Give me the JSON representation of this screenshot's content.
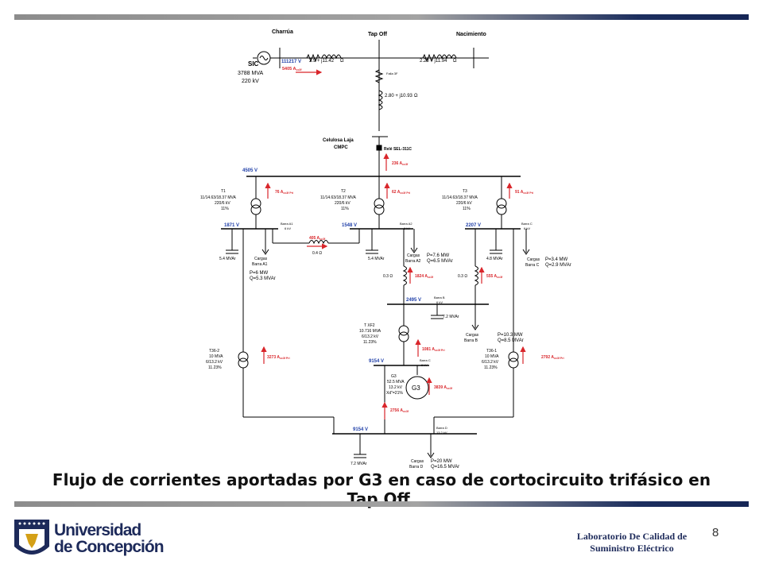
{
  "diagram": {
    "header": {
      "charrua": "Charrúa",
      "tapoff": "Tap Off",
      "nacimiento": "Nacimiento"
    },
    "sic": {
      "name": "SIC",
      "mva": "3788 MVA",
      "kv": "220 kV",
      "voltage": "111217 V",
      "current": "5405 A",
      "current_sub": "cc3f"
    },
    "imp1": "2.9 + j11.42",
    "imp2": "2.28 + j11.94",
    "imp3": "2.80 + j10.93",
    "falla": "Falla 3F",
    "ohm": "Ω",
    "celulosa": [
      "Celulosa Laja",
      "CMPC"
    ],
    "rele": "Relé SEL-311C",
    "i_236": "236 A",
    "i_236_sub": "cc3f",
    "bus_main_v": "4505 V",
    "t1": [
      "T1",
      "11/14.63/18.37 MVA",
      "220/6 kV",
      "11%"
    ],
    "t2": [
      "T2",
      "11/14.63/18.37 MVA",
      "220/6 kV",
      "11%"
    ],
    "t3": [
      "T3",
      "11/14.63/18.37 MVA",
      "220/6 kV",
      "11%"
    ],
    "i_76": "76 A",
    "i_76_sub": "cc3f Pri",
    "i_62": "62 A",
    "i_62_sub": "cc3f Pri",
    "i_91": "91 A",
    "i_91_sub": "cc3f Pri",
    "v_1871": "1871 V",
    "v_1548": "1548 V",
    "v_2207": "2207 V",
    "v_2495": "2495 V",
    "barra_a1": [
      "Barra A1",
      "6 kV"
    ],
    "barra_a2": [
      "Barra A2",
      "6 kV"
    ],
    "barra_c": [
      "Barra C",
      "6 kV"
    ],
    "barra_b": [
      "Barra B",
      "6 kV"
    ],
    "barra_c2": [
      "Barra C",
      "6 kV"
    ],
    "barra_d": [
      "Barra D",
      "13.2 kV"
    ],
    "i_405": "405 A",
    "i_405_sub": "cc3f",
    "x04": "0.4 Ω",
    "cap_54a": "5.4 MVAr",
    "cap_54b": "5.4 MVAr",
    "cap_48": "4.8 MVAr",
    "cap_72a": "7.2 MVAr",
    "cap_72b": "7.2 MVAr",
    "cargas_a1": [
      "Cargas",
      "Barra A1"
    ],
    "pq_a1": [
      "P=6 MW",
      "Q=5.3 MVAr"
    ],
    "cargas_a2": [
      "Cargas",
      "Barra A2"
    ],
    "pq_a2": [
      "P=7.6 MW",
      "Q=6.5 MVAr"
    ],
    "cargas_c": [
      "Cargas",
      "Barra C"
    ],
    "pq_c": [
      "P=3.4 MW",
      "Q=2.9 MVAr"
    ],
    "x03a": "0.3 Ω",
    "x03b": "0.3 Ω",
    "i_1824": "1824 A",
    "i_1824_sub": "cc3f",
    "i_555": "555 A",
    "i_555_sub": "cc3f",
    "txf2": [
      "T XF2",
      "10.716 MVA",
      "6/13.2 kV",
      "11.23%"
    ],
    "cargas_b": [
      "Cargas",
      "Barra B"
    ],
    "pq_b": [
      "P=10.3 MW",
      "Q=8.5 MVAr"
    ],
    "t36_2": [
      "T36-2",
      "10 MVA",
      "6/13.2 kV",
      "11.23%"
    ],
    "t36_1": [
      "T36-1",
      "10 MVA",
      "6/13.2 kV",
      "11.23%"
    ],
    "i_3273": "3273 A",
    "i_3273_sub": "cc3f Pri",
    "i_2792": "2792 A",
    "i_2792_sub": "cc3f Pri",
    "i_1081": "1081 A",
    "i_1081_sub": "cc3f Pri",
    "v_9154a": "9154 V",
    "v_9154b": "9154 V",
    "g3": [
      "G3",
      "52.5 MVA",
      "13.2 kV",
      "Xd\"=21%"
    ],
    "g3_label": "G3",
    "i_3839": "3839 A",
    "i_3839_sub": "cc3f",
    "i_2756": "2756 A",
    "i_2756_sub": "cc3f",
    "cargas_d": [
      "Cargas",
      "Barra D"
    ],
    "pq_d": [
      "P=20 MW",
      "Q=16.5 MVAr"
    ]
  },
  "caption": "Flujo de corrientes aportadas por G3 en caso de cortocircuito trifásico en Tap Off.",
  "footer": {
    "university_line1": "Universidad",
    "university_line2": "de Concepción",
    "lab_line1": "Laboratorio De Calidad de",
    "lab_line2": "Suministro Eléctrico",
    "page_number": "8"
  },
  "colors": {
    "accent_red": "#d9262b",
    "navy": "#1d2a5a",
    "bus_blue": "#1f3fa8"
  }
}
